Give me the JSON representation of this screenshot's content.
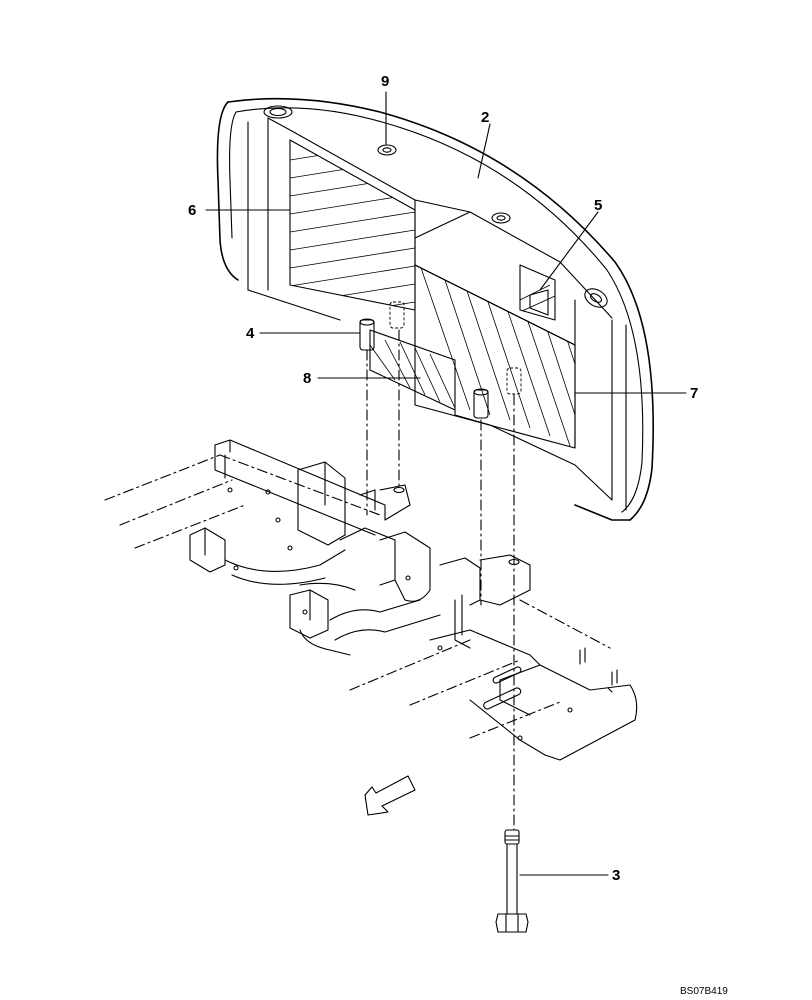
{
  "figure": {
    "reference_code": "BS07B419"
  },
  "callouts": [
    {
      "id": "2",
      "label": "2"
    },
    {
      "id": "3",
      "label": "3"
    },
    {
      "id": "4",
      "label": "4"
    },
    {
      "id": "5",
      "label": "5"
    },
    {
      "id": "6",
      "label": "6"
    },
    {
      "id": "7",
      "label": "7"
    },
    {
      "id": "8",
      "label": "8"
    },
    {
      "id": "9",
      "label": "9"
    }
  ]
}
